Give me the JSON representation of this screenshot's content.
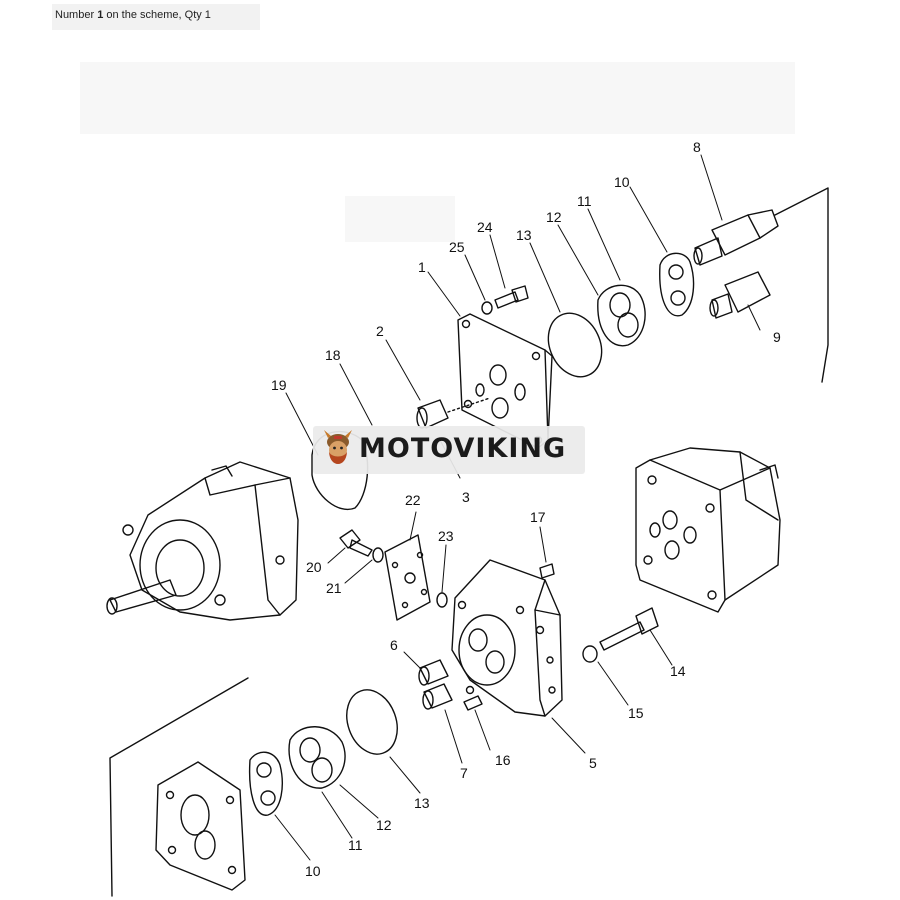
{
  "header": {
    "number": "1",
    "text_prefix": "Number ",
    "text_suffix": " on the scheme, Qty 1"
  },
  "watermark": {
    "text": "MOTOVIKING"
  },
  "callouts": [
    "1",
    "2",
    "3",
    "5",
    "6",
    "7",
    "8",
    "9",
    "10",
    "11",
    "12",
    "13",
    "14",
    "15",
    "16",
    "17",
    "18",
    "19",
    "20",
    "21",
    "22",
    "23",
    "24",
    "25",
    "10",
    "11",
    "12",
    "13"
  ],
  "colors": {
    "line": "#111111",
    "background": "#ffffff"
  }
}
